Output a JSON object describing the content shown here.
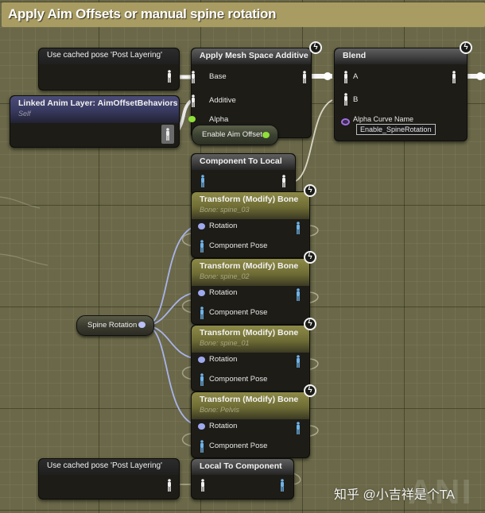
{
  "comment": {
    "title": "Apply Aim Offsets or manual spine rotation"
  },
  "nodes": {
    "cached_pose_top": {
      "title": "Use cached pose 'Post Layering'"
    },
    "linked_anim_layer": {
      "title": "Linked Anim Layer: AimOffsetBehaviors",
      "subtitle": "Self"
    },
    "apply_mesh_space_additive": {
      "title": "Apply Mesh Space Additive",
      "pins": {
        "base": "Base",
        "additive": "Additive",
        "alpha": "Alpha"
      }
    },
    "enable_aim_offset": {
      "label": "Enable Aim Offset"
    },
    "blend": {
      "title": "Blend",
      "pins": {
        "a": "A",
        "b": "B",
        "alpha_curve_name": "Alpha Curve Name"
      },
      "alpha_curve_value": "Enable_SpineRotation"
    },
    "component_to_local": {
      "title": "Component To Local"
    },
    "transform_bones": [
      {
        "title": "Transform (Modify) Bone",
        "bone": "Bone: spine_03",
        "rotation": "Rotation",
        "component_pose": "Component Pose"
      },
      {
        "title": "Transform (Modify) Bone",
        "bone": "Bone: spine_02",
        "rotation": "Rotation",
        "component_pose": "Component Pose"
      },
      {
        "title": "Transform (Modify) Bone",
        "bone": "Bone: spine_01",
        "rotation": "Rotation",
        "component_pose": "Component Pose"
      },
      {
        "title": "Transform (Modify) Bone",
        "bone": "Bone: Pelvis",
        "rotation": "Rotation",
        "component_pose": "Component Pose"
      }
    ],
    "spine_rotation": {
      "label": "Spine Rotation"
    },
    "cached_pose_bottom": {
      "title": "Use cached pose 'Post Layering'"
    },
    "local_to_component": {
      "title": "Local To Component"
    }
  },
  "icons": {
    "fast_path": "lightning-bolt-icon",
    "pose_pin": "pose-figure-icon"
  },
  "colors": {
    "pose_white": "#f0f0f0",
    "pose_blue": "#6fb3e8",
    "bool_green": "#8fe03a",
    "rotator_blue": "#9fa9ee",
    "name_purple": "#a070e0",
    "comment_header": "#a89c62"
  },
  "watermark": {
    "text": "知乎 @小吉祥是个TA",
    "ghost_text": "ANI"
  }
}
